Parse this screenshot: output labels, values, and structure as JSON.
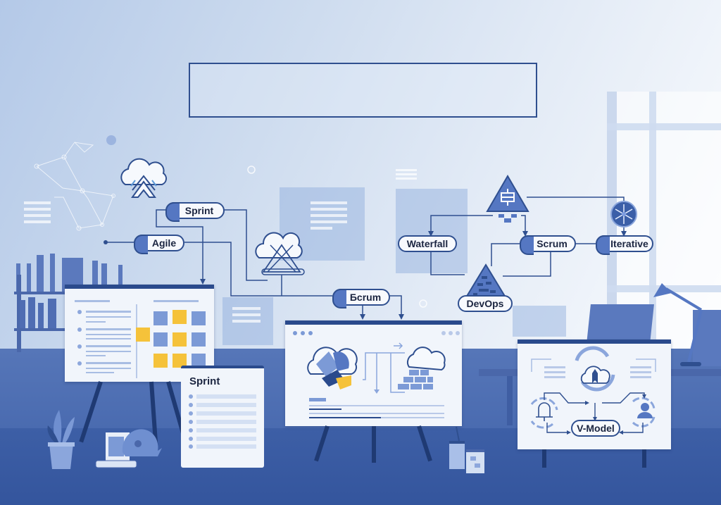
{
  "title_box": {
    "text": ""
  },
  "diagram": {
    "nodes": [
      {
        "id": "sprint-top",
        "label": "Sprint"
      },
      {
        "id": "agile",
        "label": "Agile"
      },
      {
        "id": "scrum-center",
        "label": "Бcrum"
      },
      {
        "id": "waterfall",
        "label": "Waterfall"
      },
      {
        "id": "scrum-right",
        "label": "Scrum"
      },
      {
        "id": "iterative",
        "label": "Iterative"
      },
      {
        "id": "devops",
        "label": "DevOps"
      },
      {
        "id": "v-model",
        "label": "V-Model"
      }
    ],
    "icons": [
      "cloud-upload-icon",
      "cloud-pyramid-icon",
      "triangle-frame-icon",
      "wheel-icon",
      "pyramid-blocks-icon"
    ]
  },
  "boards": {
    "kanban": {
      "icons": [
        "sticky-notes",
        "list-bullets"
      ]
    },
    "sprint_card": {
      "title": "Sprint",
      "items": 7
    },
    "center_board": {
      "icons": [
        "cloud-puzzle-icon",
        "cloud-bricks-icon"
      ]
    },
    "vmodel_board": {
      "label": "V-Model",
      "icons": [
        "cloud-rocket-icon",
        "bell-icon",
        "user-icon"
      ]
    }
  },
  "colors": {
    "primary": "#2f4f8f",
    "accent_blue": "#5577c2",
    "sticky_yellow": "#f5c23a",
    "floor": "#3d5fa6",
    "board_bg": "#f1f5fb"
  }
}
